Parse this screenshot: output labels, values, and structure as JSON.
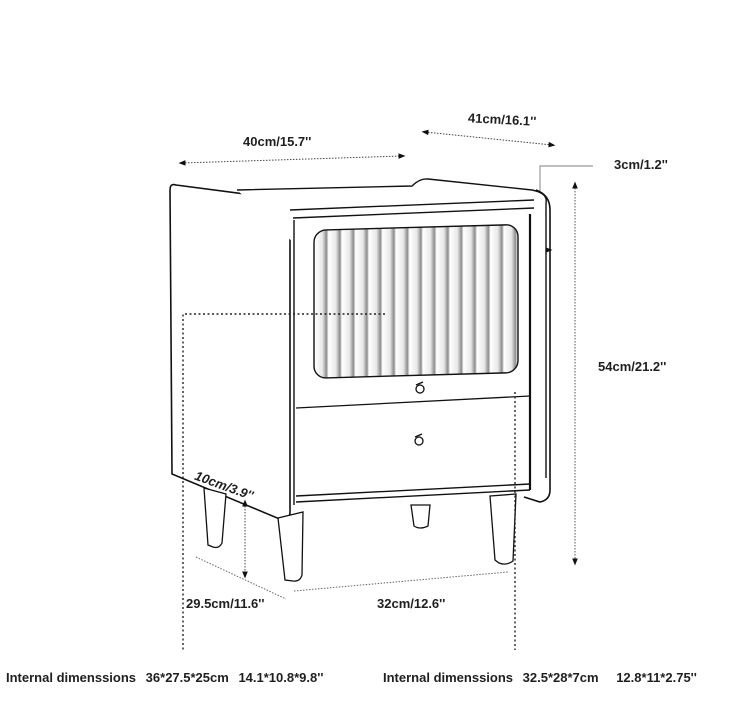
{
  "diagram": {
    "subject": "bedside nightstand with fluted glass door and drawer",
    "dimensions": {
      "width_front": "40cm/15.7''",
      "depth_top": "41cm/16.1''",
      "side_thickness": "3cm/1.2''",
      "height": "54cm/21.2''",
      "leg_height": "10cm/3.9''",
      "leg_span_depth": "29.5cm/11.6''",
      "leg_span_width": "32cm/12.6''"
    },
    "internal_left": {
      "label": "Internal dimenssions",
      "cm": "36*27.5*25cm",
      "inch": "14.1*10.8*9.8''"
    },
    "internal_right": {
      "label": "Internal dimenssions",
      "cm": "32.5*28*7cm",
      "inch": "12.8*11*2.75''"
    },
    "colors": {
      "line": "#1a1a1a",
      "dim_line": "#555555",
      "background": "#ffffff"
    }
  }
}
